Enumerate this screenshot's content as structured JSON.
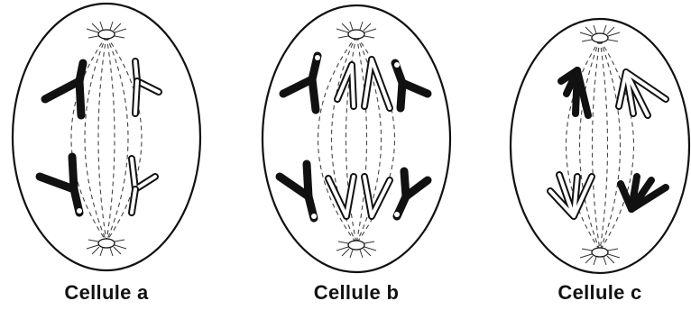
{
  "cells": [
    {
      "id": "a",
      "label": "Cellule a"
    },
    {
      "id": "b",
      "label": "Cellule b"
    },
    {
      "id": "c",
      "label": "Cellule c"
    }
  ],
  "colors": {
    "outline": "#111111",
    "chromosome_dark": "#111111",
    "chromosome_light": "#ffffff",
    "spindle": "#333333",
    "background": "#ffffff"
  }
}
